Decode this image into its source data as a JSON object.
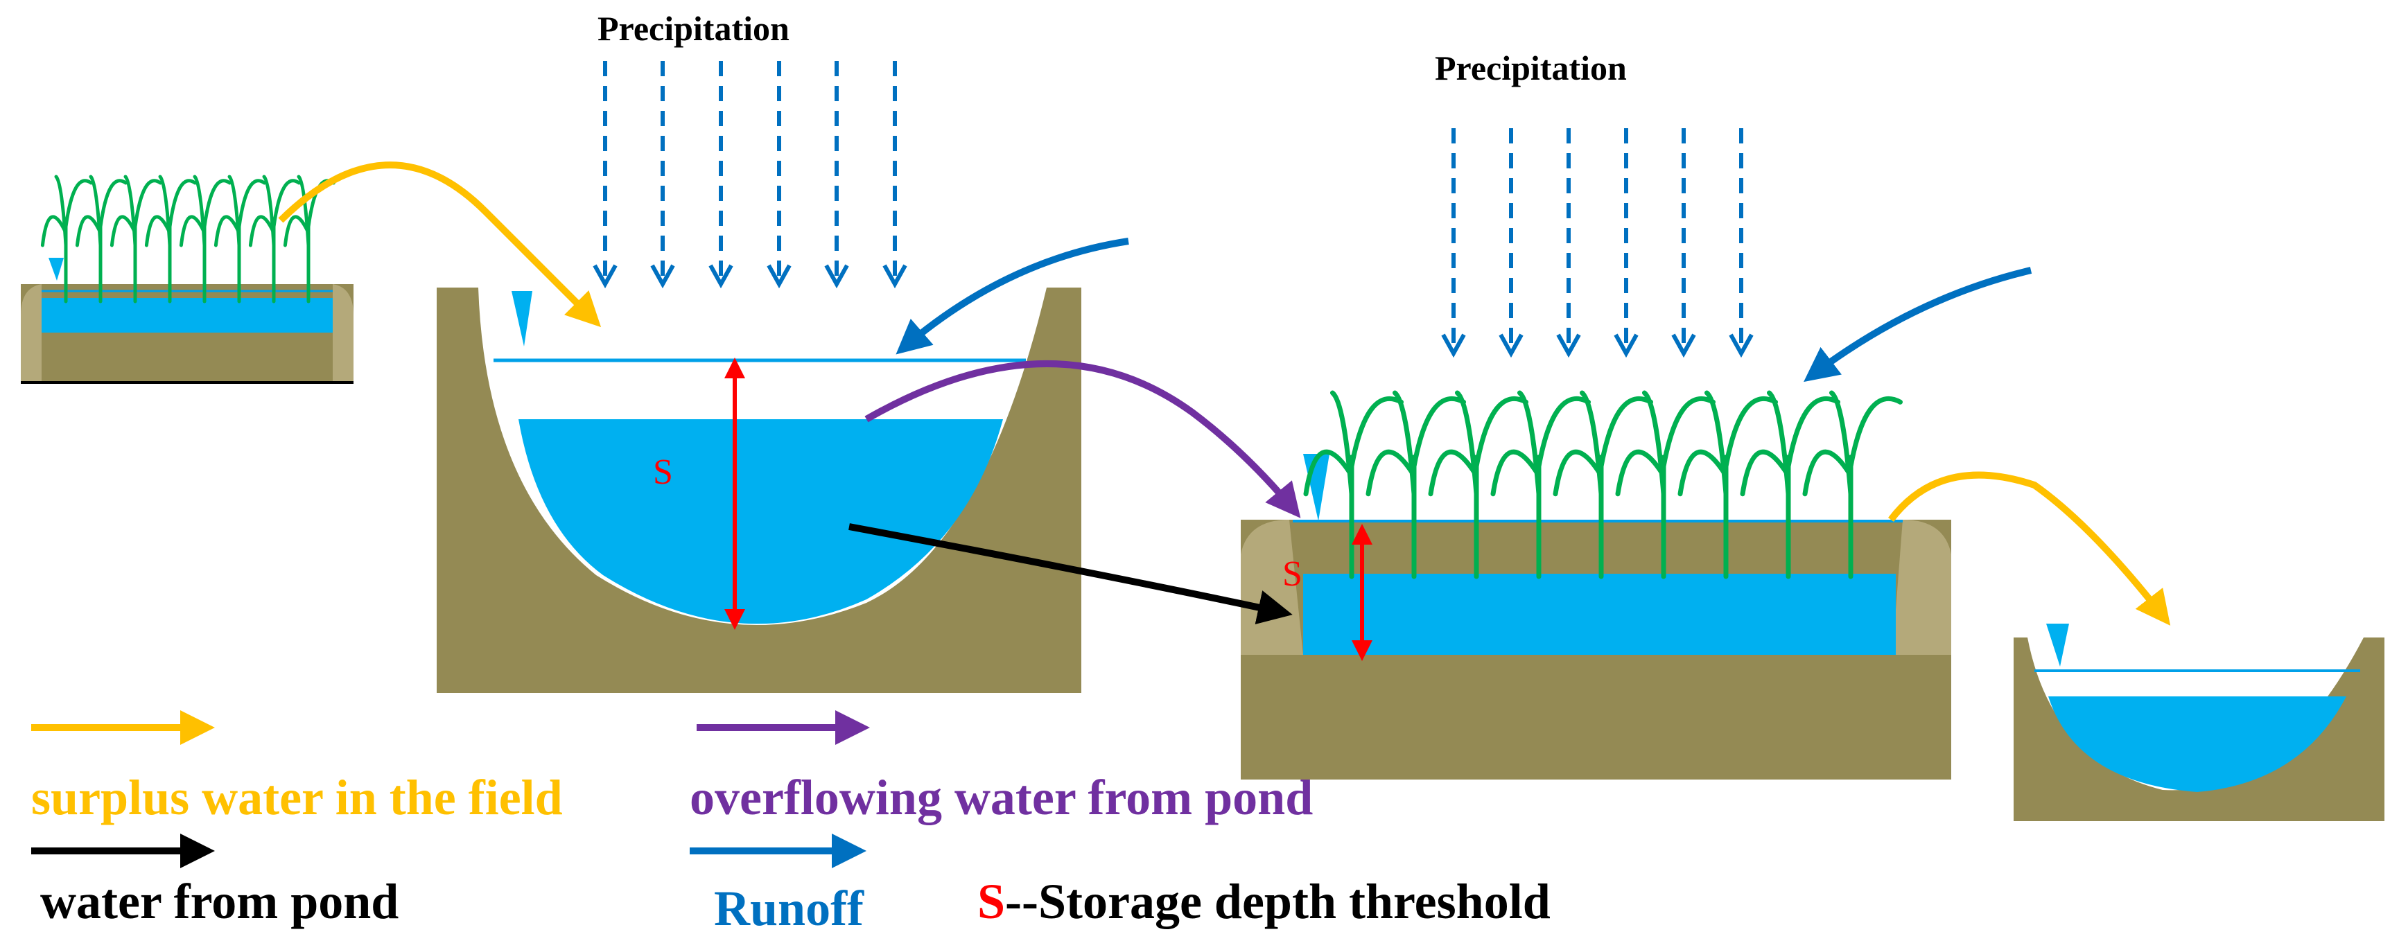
{
  "precipitation": {
    "left_label": "Precipitation",
    "right_label": "Precipitation"
  },
  "threshold_markers": {
    "pond_label": "S",
    "field_label": "S"
  },
  "legend": {
    "surplus_water": "surplus water in the field",
    "overflowing_water": "overflowing water from pond",
    "water_from_pond": "water from pond",
    "runoff": "Runoff",
    "storage_threshold_symbol": "S",
    "storage_threshold_text": "--Storage depth threshold"
  },
  "colors": {
    "soil": "#948a54",
    "soil_edge": "#b4a97a",
    "water": "#00b0f0",
    "water_line": "#00a0e8",
    "surplus_arrow": "#ffc000",
    "overflow_arrow": "#7030a0",
    "pond_arrow": "#000000",
    "runoff_arrow": "#0070c0",
    "threshold": "#ff0000",
    "plants": "#00b050"
  },
  "icons": {
    "water_level": "water-level-triangle-icon",
    "plant": "rice-plant-icon"
  }
}
